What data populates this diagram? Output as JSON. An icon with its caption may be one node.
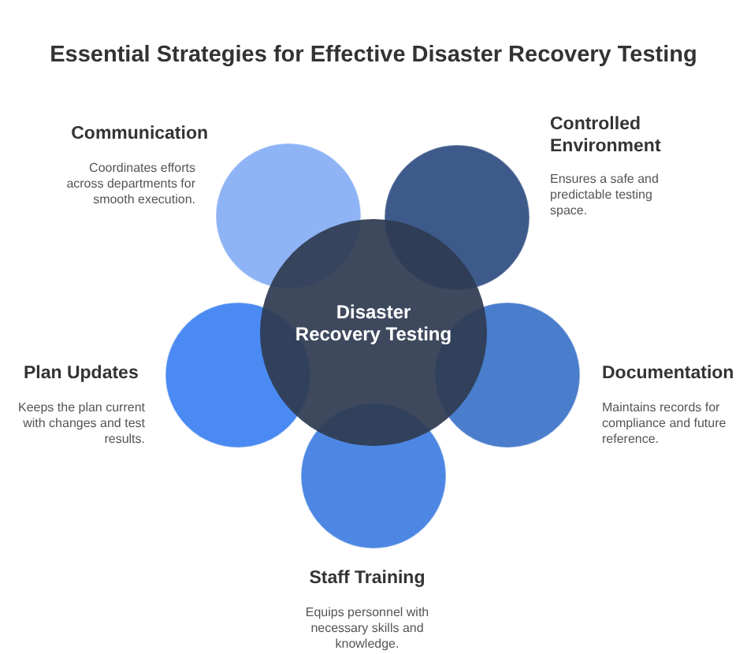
{
  "diagram": {
    "title": "Essential Strategies for Effective Disaster Recovery Testing",
    "nodes": [
      {
        "text": [
          "Communication",
          "Coordinates efforts across departments for smooth execution."
        ]
      },
      {
        "text": [
          "Controlled Environment",
          "Ensures a safe and predictable testing space."
        ]
      },
      {
        "text": [
          "Disaster Recovery Testing"
        ]
      },
      {
        "text": [
          "Plan Updates",
          "Keeps the plan current with changes and test results."
        ]
      },
      {
        "text": [
          "Documentation",
          "Maintains records for compliance and future reference."
        ]
      },
      {
        "text": [
          "Staff Training",
          "Equips personnel with necessary skills and knowledge."
        ]
      }
    ]
  }
}
